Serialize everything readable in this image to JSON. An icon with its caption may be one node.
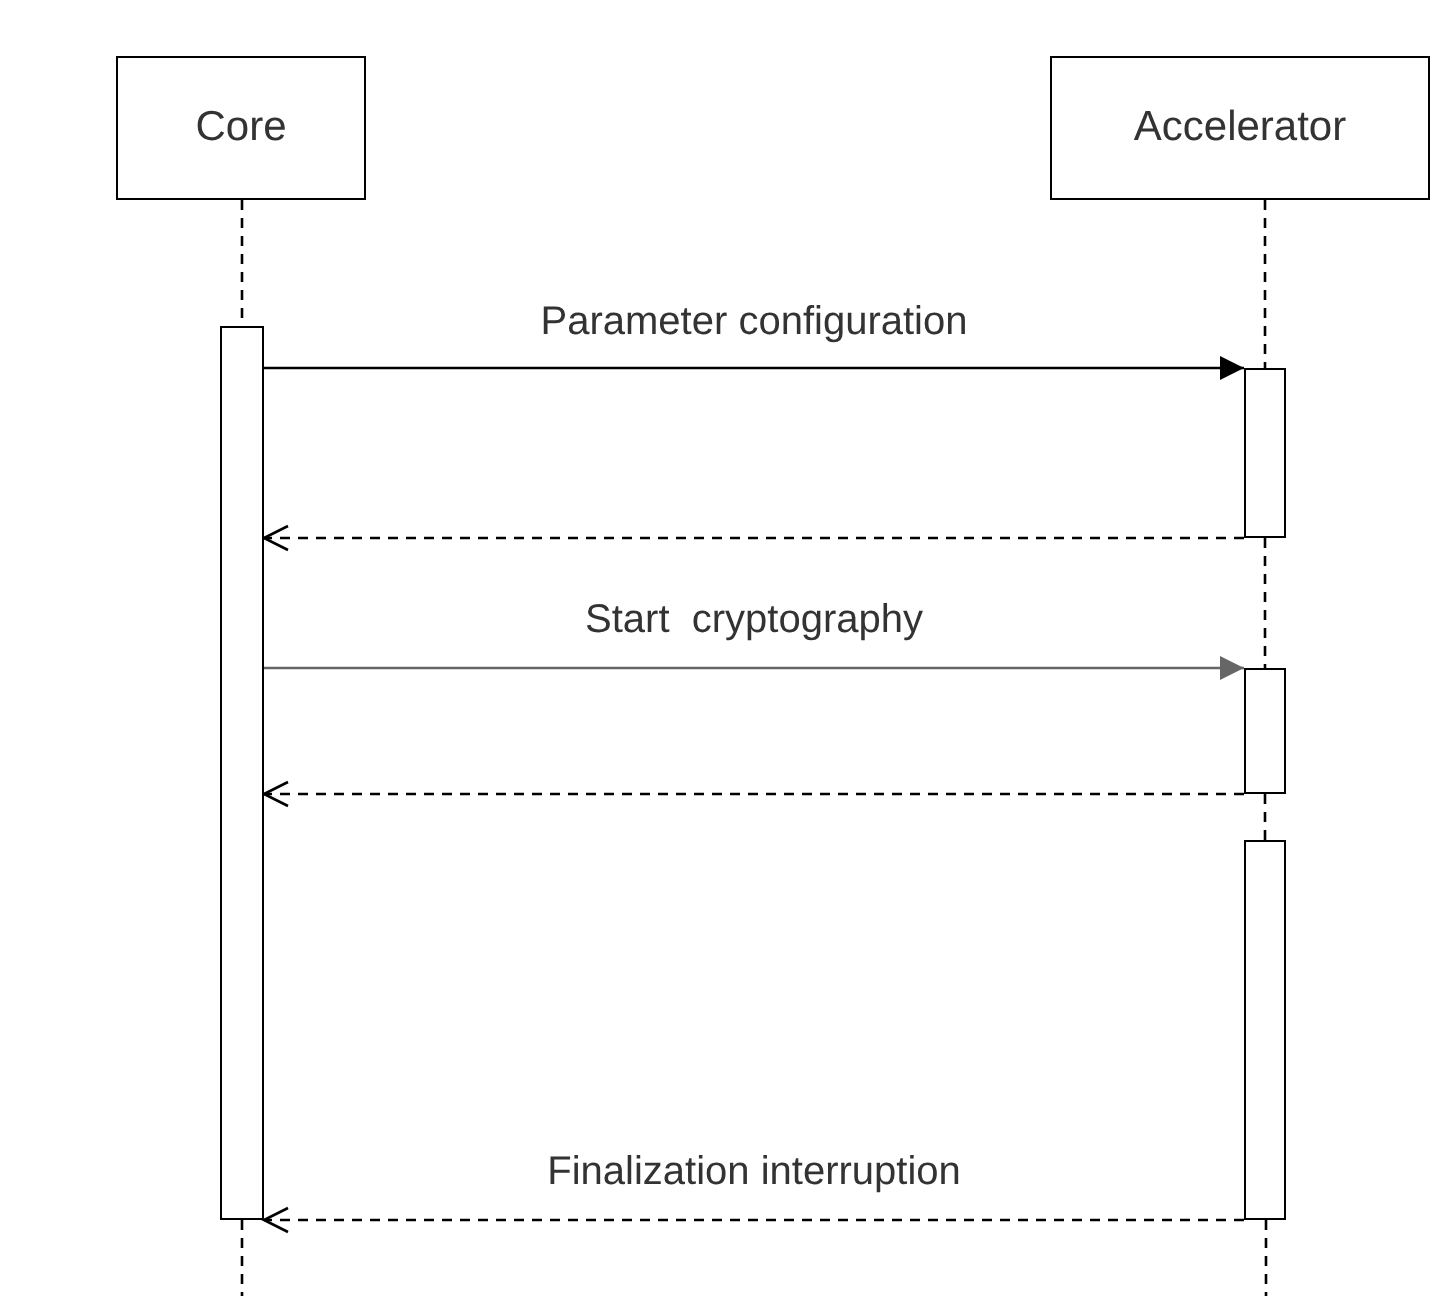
{
  "diagram": {
    "nodes": [
      {
        "text": [
          "Core"
        ]
      },
      {
        "text": [
          "Accelerator"
        ]
      },
      {
        "text": [],
        "shape": "bar"
      },
      {
        "text": [],
        "shape": "bar"
      },
      {
        "text": [],
        "shape": "bar"
      },
      {
        "text": [],
        "shape": "bar"
      }
    ],
    "edges": [
      {
        "from": 0,
        "to": 2,
        "arrow": "none",
        "style": "dashed"
      },
      {
        "from": 1,
        "to": 3,
        "arrow": "none",
        "style": "dashed"
      },
      {
        "from": 3,
        "to": 4,
        "arrow": "none",
        "style": "dashed"
      },
      {
        "from": 4,
        "to": 5,
        "arrow": "none",
        "style": "dashed"
      },
      {
        "from": 2,
        "to": 3,
        "arrow": "to",
        "label": "Parameter configuration"
      },
      {
        "from": 3,
        "to": 2,
        "arrow": "to",
        "style": "dashed"
      },
      {
        "from": 2,
        "to": 4,
        "arrow": "to",
        "label": "Start  cryptography",
        "color": "#666666"
      },
      {
        "from": 4,
        "to": 2,
        "arrow": "to",
        "style": "dashed"
      },
      {
        "from": 5,
        "to": 2,
        "arrow": "to",
        "style": "dashed",
        "label": "Finalization interruption"
      }
    ]
  }
}
